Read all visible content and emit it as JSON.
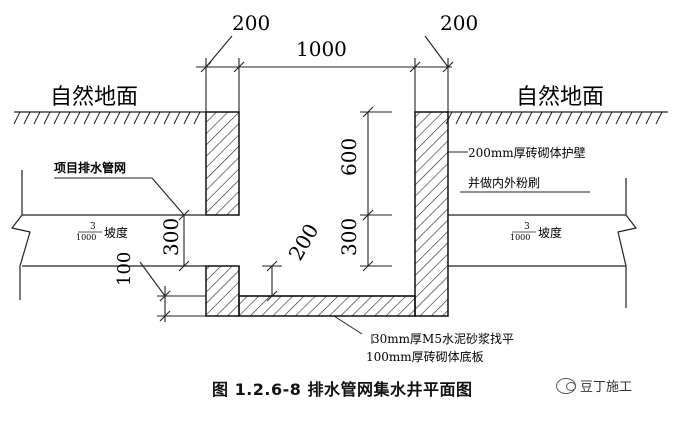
{
  "diagram": {
    "ground_left": "自然地面",
    "ground_right": "自然地面",
    "dim_top_left": "200",
    "dim_top_mid": "1000",
    "dim_top_right": "200",
    "dim_600": "600",
    "dim_300_right": "300",
    "dim_300_left": "300",
    "dim_200_bottom": "200",
    "dim_100": "100",
    "label_pipe": "项目排水管网",
    "label_wall_1": "200mm厚砖砌体护壁",
    "label_wall_2": "并做内外粉刷",
    "slope_left": {
      "num": "3",
      "den": "1000",
      "text": "坡度"
    },
    "slope_right": {
      "num": "3",
      "den": "1000",
      "text": "坡度"
    },
    "label_base_1": "30mm厚M5水泥砂浆找平",
    "label_base_2": "100mm厚砖砌体底板"
  },
  "caption": "图 1.2.6-8  排水管网集水井平面图",
  "watermark": "豆丁施工"
}
